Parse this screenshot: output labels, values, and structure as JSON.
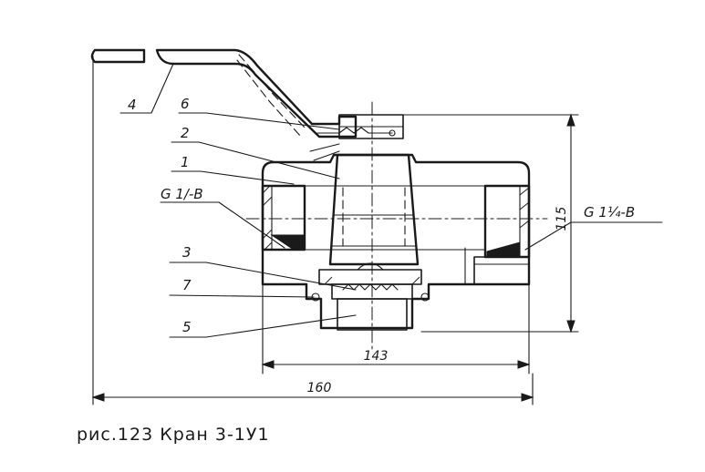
{
  "caption": "рис.123 Кран 3-1У1",
  "parts": [
    {
      "id": "label-4",
      "text": "4"
    },
    {
      "id": "label-6",
      "text": "6"
    },
    {
      "id": "label-2",
      "text": "2"
    },
    {
      "id": "label-1",
      "text": "1"
    },
    {
      "id": "label-g-left",
      "text": "G 1/-В"
    },
    {
      "id": "label-3",
      "text": "3"
    },
    {
      "id": "label-7",
      "text": "7"
    },
    {
      "id": "label-5",
      "text": "5"
    }
  ],
  "thread_label": "G 1¼-В",
  "dimensions": {
    "height": "115",
    "inner_width": "143",
    "outer_width": "160"
  }
}
